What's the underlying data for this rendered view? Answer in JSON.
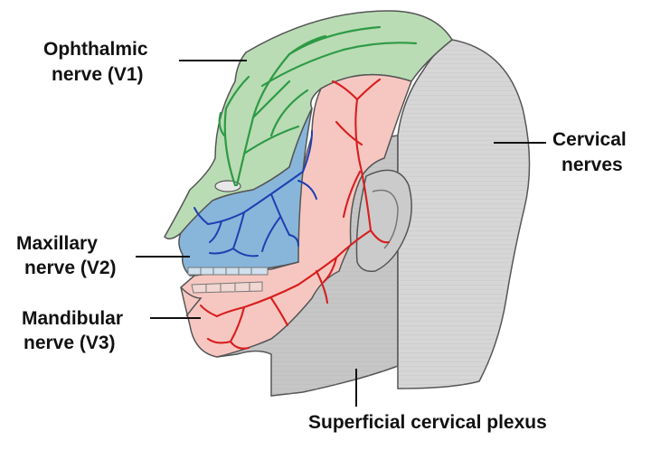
{
  "labels": {
    "ophthalmic": {
      "line1": "Ophthalmic",
      "line2": "nerve (V1)"
    },
    "maxillary": {
      "line1": "Maxillary",
      "line2": "nerve (V2)"
    },
    "mandibular": {
      "line1": "Mandibular",
      "line2": "nerve (V3)"
    },
    "cervical": {
      "line1": "Cervical",
      "line2": "nerves"
    },
    "plexus": {
      "line1": "Superficial cervical plexus"
    }
  },
  "colors": {
    "v1_region": "#b7dbb2",
    "v1_nerve": "#2f9a47",
    "v2_region": "#86b4d8",
    "v2_nerve": "#1f3fb0",
    "v3_region": "#f6c6c0",
    "v3_nerve": "#d91e1e",
    "cervical_region": "#d4d4d4",
    "plexus_region": "#c3c3c3",
    "outline": "#555555",
    "label": "#111111"
  }
}
